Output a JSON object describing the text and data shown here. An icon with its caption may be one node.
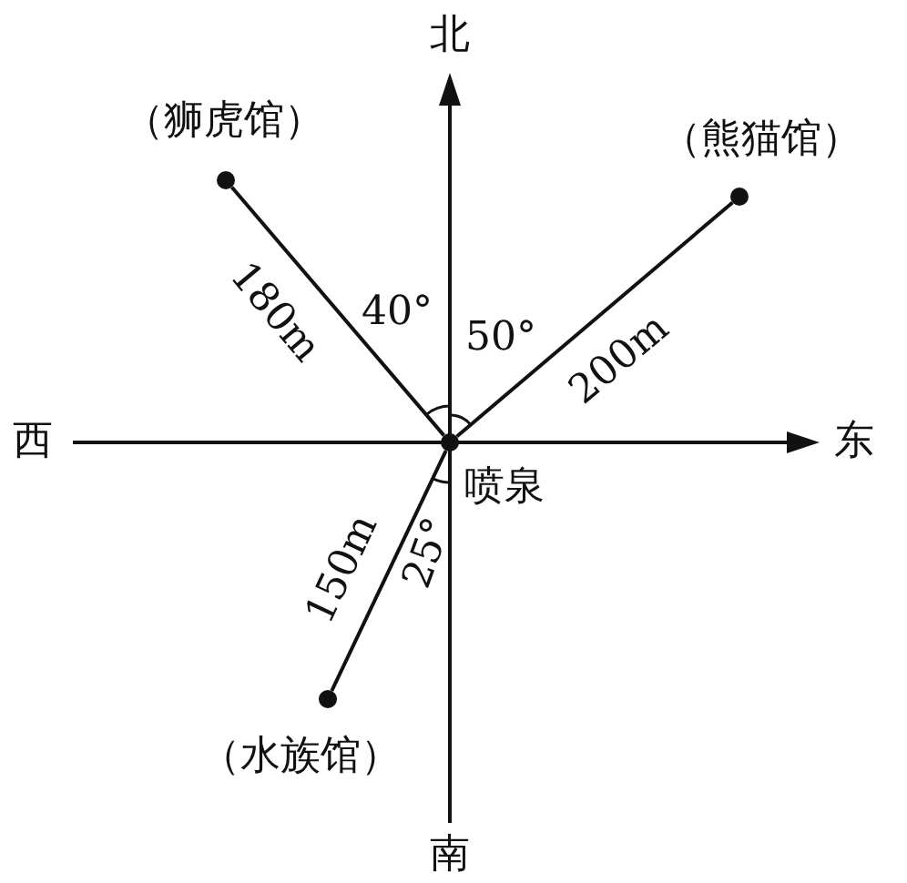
{
  "diagram": {
    "nodes": [
      {
        "text": [],
        "shape": "circle",
        "beside": [
          "喷泉"
        ]
      },
      {
        "text": [
          "（狮虎馆）"
        ]
      },
      {
        "text": [
          "（熊猫馆）"
        ]
      },
      {
        "text": [
          "（水族馆）"
        ]
      }
    ],
    "edges": [
      {
        "from": 0,
        "to": 1,
        "arrow": "none",
        "label": "180m"
      },
      {
        "from": 0,
        "to": 2,
        "arrow": "none",
        "label": "200m"
      },
      {
        "from": 0,
        "to": 3,
        "arrow": "none",
        "label": "150m"
      }
    ],
    "labels": [
      "北",
      "西",
      "东",
      "40°",
      "50°",
      "25°",
      "南"
    ]
  }
}
